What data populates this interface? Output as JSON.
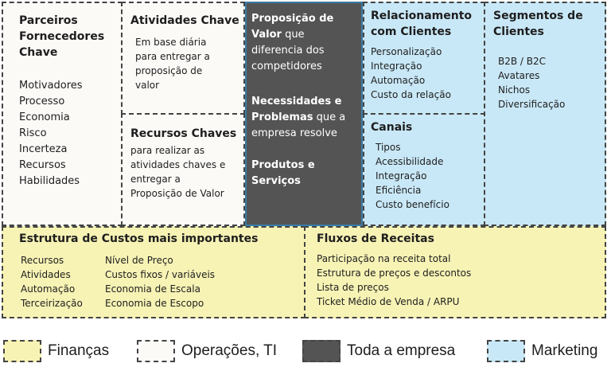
{
  "partners": {
    "title": "Parceiros Fornecedores Chave",
    "items": [
      "Motivadores",
      "Processo",
      "Economia",
      "Risco",
      "Incerteza",
      "Recursos",
      "Habilidades"
    ]
  },
  "activities": {
    "title": "Atividades Chave",
    "desc": "Em base diária para entregar a proposição de valor"
  },
  "resources": {
    "title": "Recursos Chaves",
    "desc": "para realizar as atividades chaves e entregar a Proposição de Valor"
  },
  "value": {
    "p1_bold": "Proposição de Valor",
    "p1_rest": "que diferencia dos competidores",
    "p2_bold": "Necessidades e Problemas",
    "p2_rest": "que a empresa resolve",
    "p3_bold": "Produtos e Serviços"
  },
  "relationship": {
    "title": "Relacionamento com Clientes",
    "items": [
      "Personalização",
      "Integração",
      "Automação",
      "Custo da relação"
    ]
  },
  "channels": {
    "title": "Canais",
    "items": [
      "Tipos",
      "Acessibilidade",
      "Integração",
      "Eficiência",
      "Custo benefício"
    ]
  },
  "segments": {
    "title": "Segmentos de Clientes",
    "items": [
      "B2B / B2C",
      "Avatares",
      "Nichos",
      "Diversificação"
    ]
  },
  "costs": {
    "title": "Estrutura de Custos mais importantes",
    "col1": [
      "Recursos",
      "Atividades",
      "Automação",
      "Terceirização"
    ],
    "col2": [
      "Nível de Preço",
      "Custos fixos / variáveis",
      "Economia de Escala",
      "Economia de Escopo"
    ]
  },
  "revenue": {
    "title": "Fluxos de Receitas",
    "items": [
      "Participação na receita total",
      "Estrutura de preços e descontos",
      "Lista de preços",
      "Ticket Médio de Venda / ARPU"
    ]
  },
  "legend": [
    {
      "label": "Finanças",
      "color": "#f7f3b5"
    },
    {
      "label": "Operações, TI",
      "color": "#fcfaf7"
    },
    {
      "label": "Toda a empresa",
      "color": "#545454"
    },
    {
      "label": "Marketing",
      "color": "#c9e8f7"
    }
  ],
  "colors": {
    "finance": "#f7f3b5",
    "operations": "#fcfaf7",
    "company": "#545454",
    "marketing": "#c9e8f7",
    "accent_border": "#3a7ca5"
  }
}
